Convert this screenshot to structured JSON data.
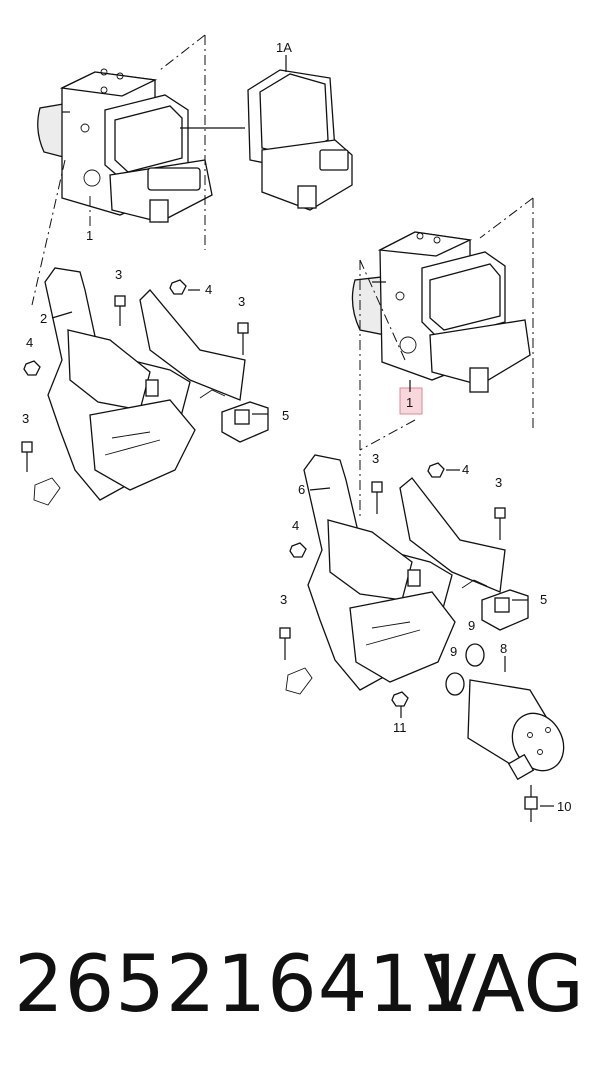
{
  "callouts": {
    "c1_top": "1",
    "c1a": "1A",
    "c1_right": "1",
    "c2": "2",
    "c3_a": "3",
    "c3_b": "3",
    "c3_c": "3",
    "c3_d": "3",
    "c3_e": "3",
    "c3_f": "3",
    "c4_a": "4",
    "c4_b": "4",
    "c4_c": "4",
    "c4_d": "4",
    "c5_a": "5",
    "c5_b": "5",
    "c6": "6",
    "c8": "8",
    "c9_a": "9",
    "c9_b": "9",
    "c10": "10",
    "c11": "11"
  },
  "footer": {
    "part_number": "265216411",
    "brand": "VAG"
  },
  "colors": {
    "highlight": "#f7d6dc",
    "line": "#111111"
  }
}
